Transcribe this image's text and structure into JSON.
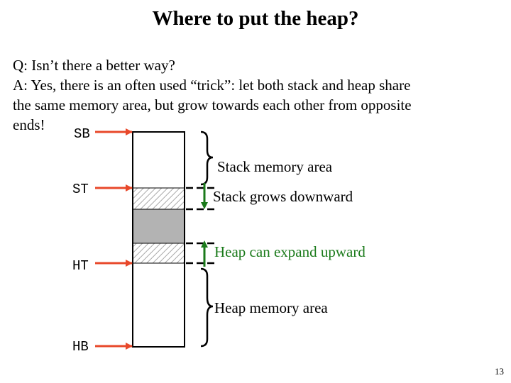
{
  "slide": {
    "title": "Where to put the heap?",
    "lines": [
      "Q: Isn’t there a better way?",
      "A: Yes, there is an often used “trick”: let both stack and heap share",
      "the same memory area, but grow towards each other from opposite",
      "ends!"
    ],
    "page_number": "13"
  },
  "diagram": {
    "registers": {
      "sb": "SB",
      "st": "ST",
      "ht": "HT",
      "hb": "HB"
    },
    "labels": {
      "stack_area": "Stack memory area",
      "stack_grows": "Stack grows downward",
      "heap_expand": "Heap can expand upward",
      "heap_area": "Heap memory area"
    },
    "colors": {
      "arrow": "#e8482a",
      "green": "#1a7a1a",
      "free_block": "#b3b3b3",
      "hatch": "#aaaaaa"
    }
  }
}
